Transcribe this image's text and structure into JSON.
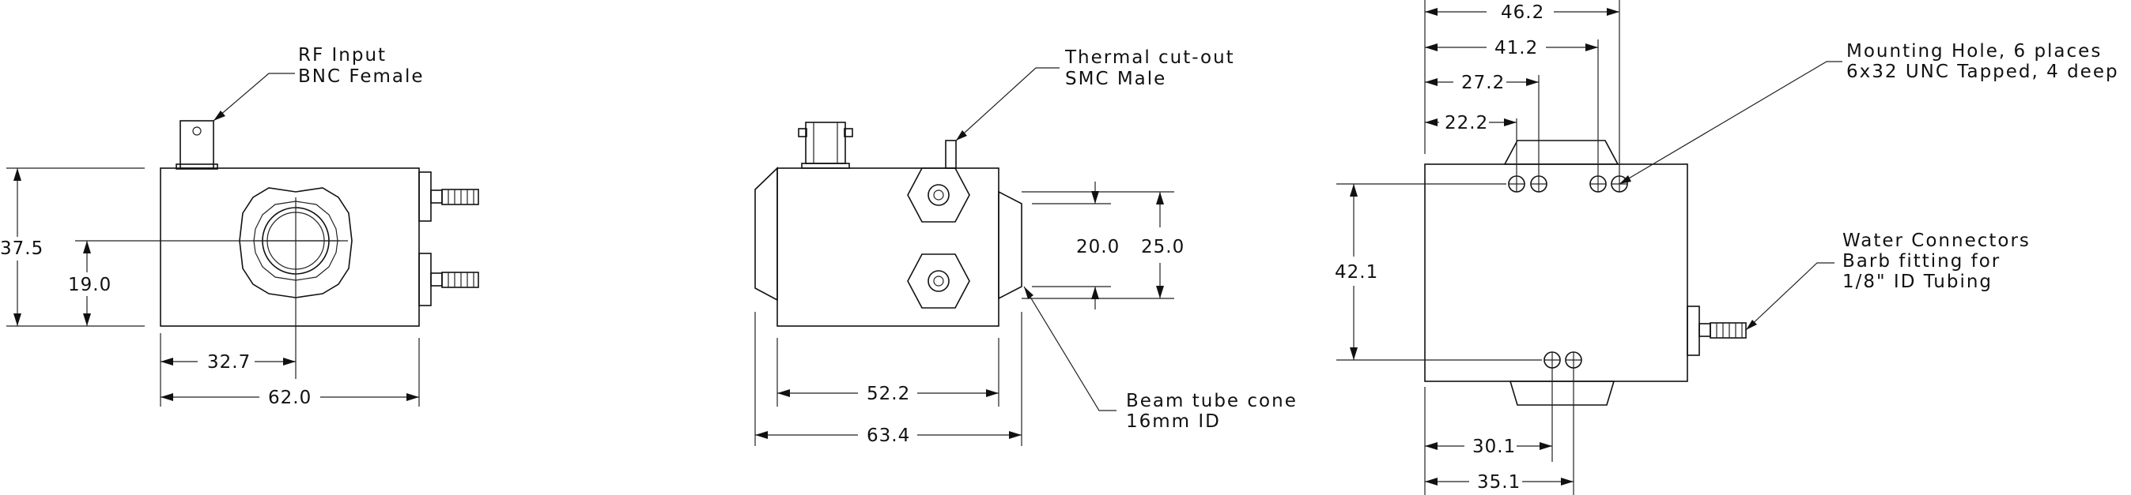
{
  "colors": {
    "line": "#111111",
    "background": "#ffffff"
  },
  "notes": {
    "rf_input": [
      "RF Input",
      "BNC Female"
    ],
    "thermal_cutout": [
      "Thermal cut-out",
      "SMC Male"
    ],
    "mounting_hole": [
      "Mounting Hole, 6 places",
      "6x32 UNC Tapped, 4 deep"
    ],
    "water_connectors": [
      "Water Connectors",
      "Barb fitting for",
      "1/8\" ID Tubing"
    ],
    "beam_tube_cone": [
      "Beam tube cone",
      "16mm ID"
    ]
  },
  "dimensions": {
    "front_height": "37.5",
    "front_center_height": "19.0",
    "front_center_width": "32.7",
    "front_width": "62.0",
    "side_inner_height": "20.0",
    "side_outer_height": "25.0",
    "side_body_length": "52.2",
    "side_total_length": "63.4",
    "top_dim_46": "46.2",
    "top_dim_41": "41.2",
    "top_dim_27": "27.2",
    "top_dim_22": "22.2",
    "top_height": "42.1",
    "bottom_dim_30": "30.1",
    "bottom_dim_35": "35.1"
  }
}
